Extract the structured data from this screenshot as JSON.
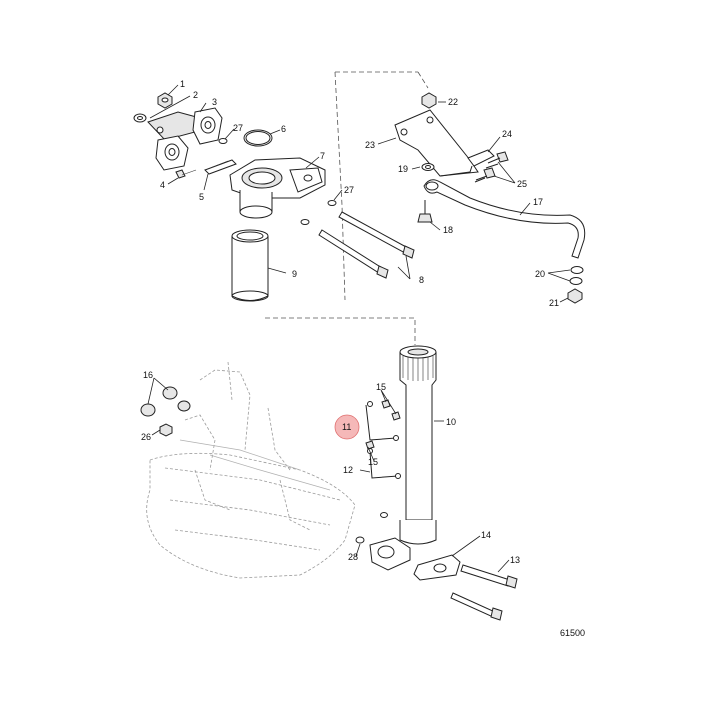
{
  "diagram": {
    "figure_number": "61500",
    "highlight_color": "#f2a0a0",
    "highlighted_callout": "11",
    "callouts": [
      {
        "id": "c1",
        "label": "1"
      },
      {
        "id": "c2",
        "label": "2"
      },
      {
        "id": "c3",
        "label": "3"
      },
      {
        "id": "c4",
        "label": "4"
      },
      {
        "id": "c5",
        "label": "5"
      },
      {
        "id": "c6",
        "label": "6"
      },
      {
        "id": "c7",
        "label": "7"
      },
      {
        "id": "c8",
        "label": "8"
      },
      {
        "id": "c9",
        "label": "9"
      },
      {
        "id": "c10",
        "label": "10"
      },
      {
        "id": "c11",
        "label": "11"
      },
      {
        "id": "c12",
        "label": "12"
      },
      {
        "id": "c13",
        "label": "13"
      },
      {
        "id": "c14",
        "label": "14"
      },
      {
        "id": "c15a",
        "label": "15"
      },
      {
        "id": "c15b",
        "label": "15"
      },
      {
        "id": "c16",
        "label": "16"
      },
      {
        "id": "c17",
        "label": "17"
      },
      {
        "id": "c18",
        "label": "18"
      },
      {
        "id": "c19",
        "label": "19"
      },
      {
        "id": "c20",
        "label": "20"
      },
      {
        "id": "c21",
        "label": "21"
      },
      {
        "id": "c22",
        "label": "22"
      },
      {
        "id": "c23",
        "label": "23"
      },
      {
        "id": "c24",
        "label": "24"
      },
      {
        "id": "c25",
        "label": "25"
      },
      {
        "id": "c26",
        "label": "26"
      },
      {
        "id": "c27a",
        "label": "27"
      },
      {
        "id": "c27b",
        "label": "27"
      },
      {
        "id": "c28",
        "label": "28"
      }
    ]
  }
}
